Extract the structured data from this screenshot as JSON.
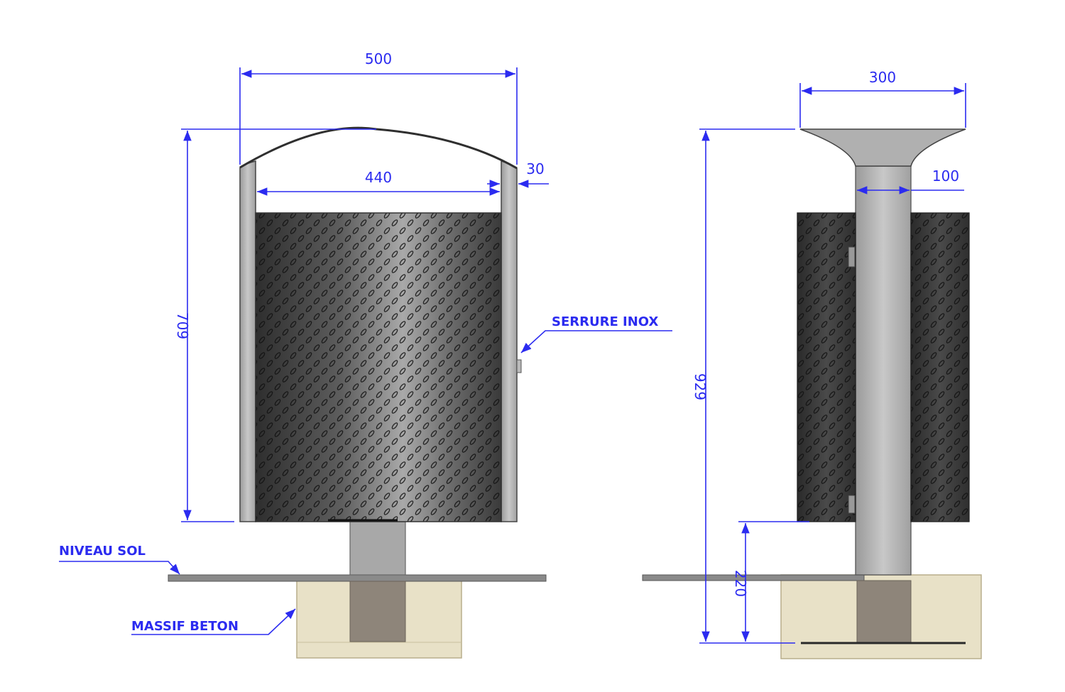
{
  "front_view": {
    "dim_width": "500",
    "dim_inner_width": "440",
    "dim_wall": "30",
    "dim_height": "709"
  },
  "side_view": {
    "dim_top_width": "300",
    "dim_post_width": "100",
    "dim_total_height": "929",
    "dim_clearance": "220"
  },
  "labels": {
    "lock": "SERRURE INOX",
    "ground_level": "NIVEAU SOL",
    "concrete_base": "MASSIF BETON"
  },
  "colors": {
    "dimension": "#2b2bf0",
    "concrete": "#e8e1c7",
    "post": "#a8a8a8",
    "ground": "#8a8a8a"
  }
}
